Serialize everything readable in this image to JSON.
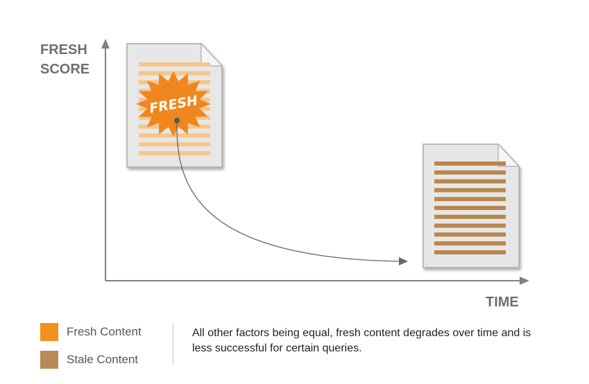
{
  "axes": {
    "y_label_line1": "FRESH",
    "y_label_line2": "SCORE",
    "x_label": "TIME"
  },
  "fresh_doc": {
    "stamp_text": "FRESH",
    "line_color": "#f8c58a",
    "stamp_color": "#f0861e"
  },
  "stale_doc": {
    "line_color": "#b8874f"
  },
  "legend": {
    "items": [
      {
        "label": "Fresh Content",
        "color": "#f3911f"
      },
      {
        "label": "Stale Content",
        "color": "#b98a55"
      }
    ]
  },
  "caption": "All other factors being equal, fresh content degrades over time and is less successful for certain queries."
}
